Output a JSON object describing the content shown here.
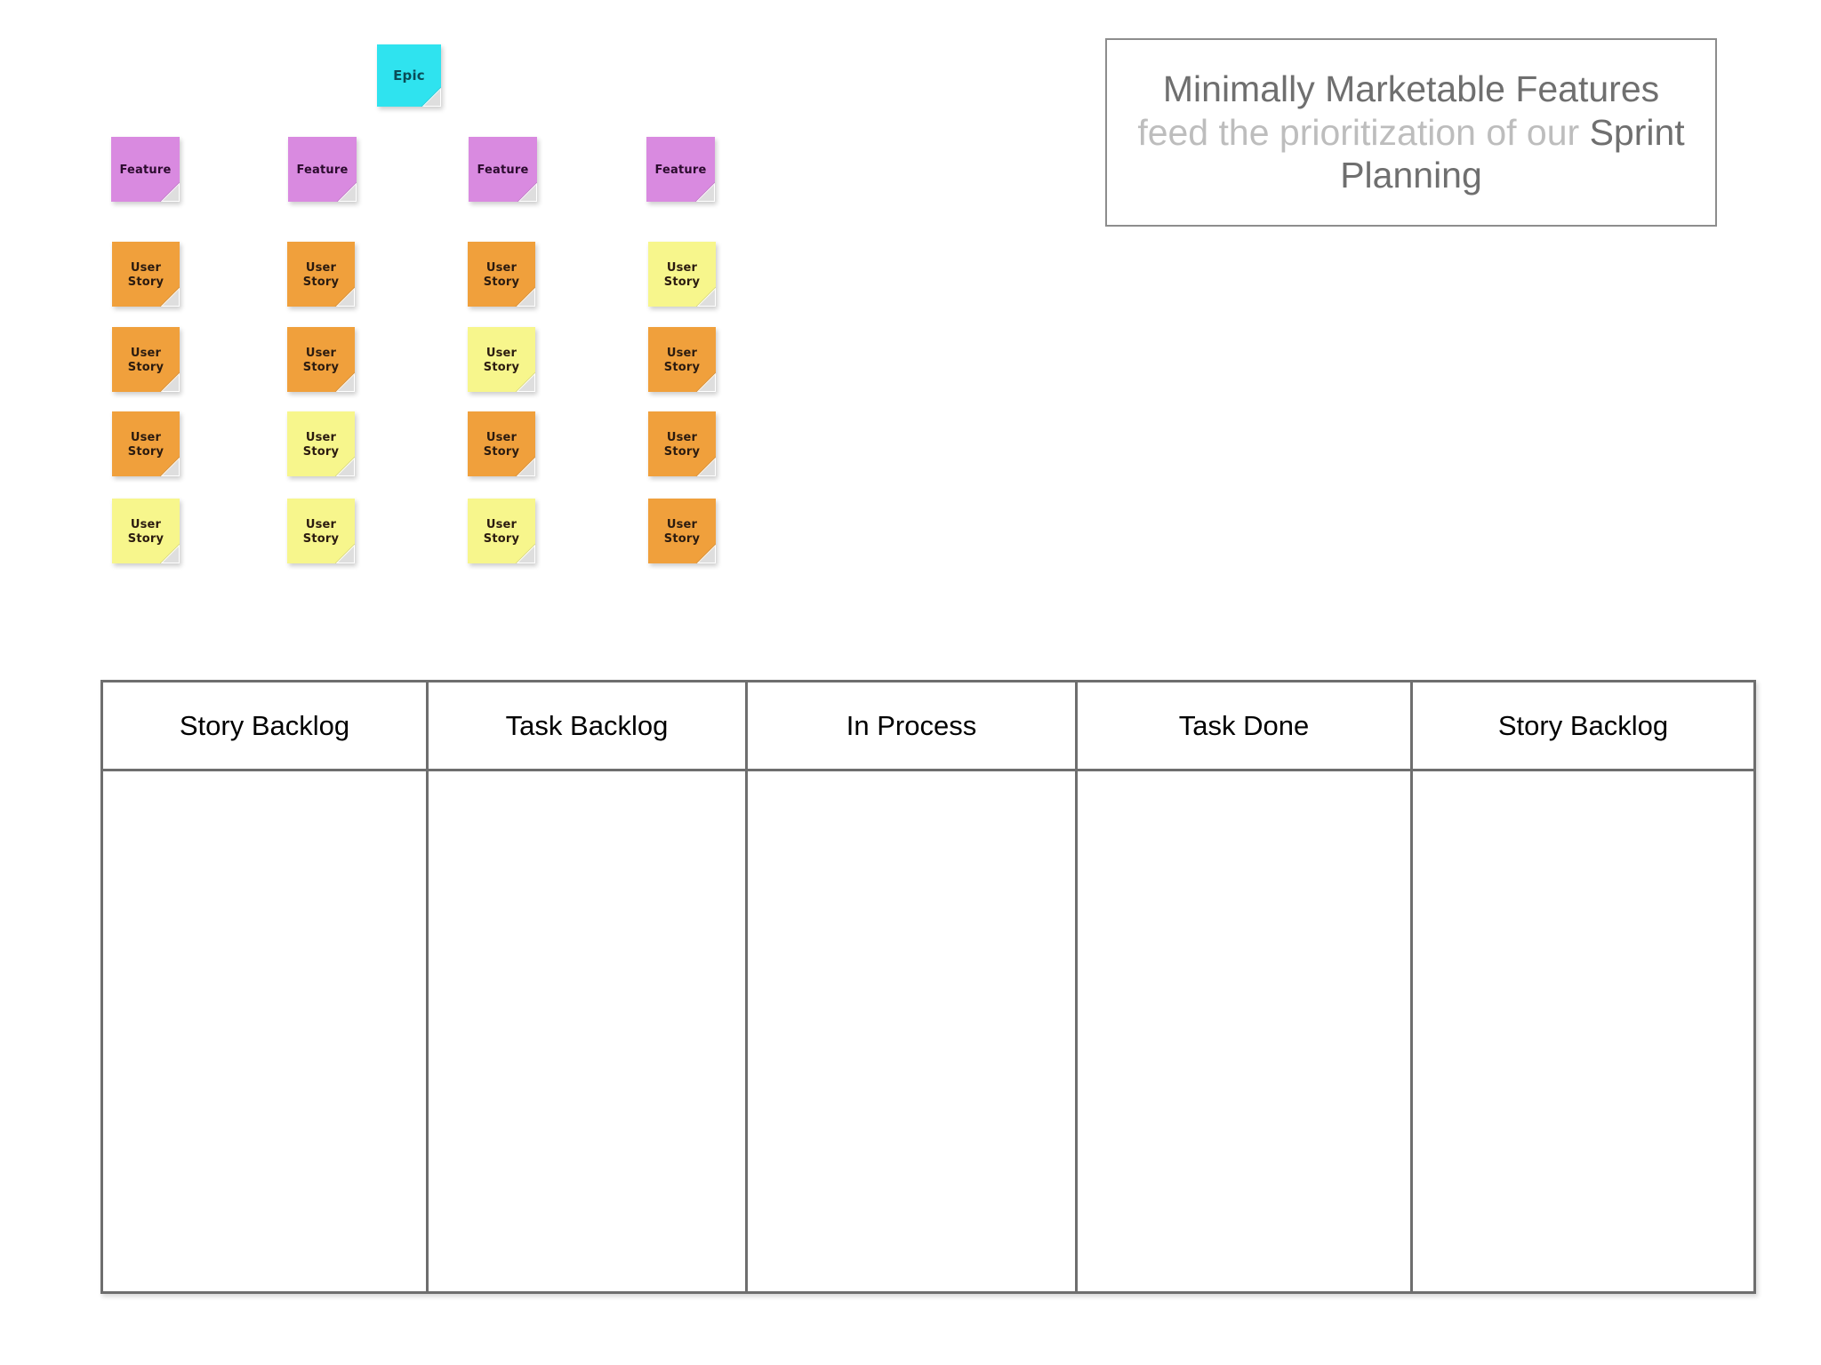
{
  "board": {
    "epic": {
      "label": "Epic",
      "color": "#2fe3ef"
    },
    "feature_label": "Feature",
    "story_label": "User Story",
    "colors": {
      "epic": "#2fe3ef",
      "feature": "#d98ae0",
      "story_orange": "#f0a03c",
      "story_yellow": "#f7f68c",
      "border_gray": "#6e6e6e",
      "text_dark": "#6f6f6f",
      "text_light": "#bdbdbd"
    },
    "features": [
      {
        "label": "Feature"
      },
      {
        "label": "Feature"
      },
      {
        "label": "Feature"
      },
      {
        "label": "Feature"
      }
    ],
    "story_columns": [
      {
        "stories": [
          {
            "label": "User Story",
            "color": "orange"
          },
          {
            "label": "User Story",
            "color": "orange"
          },
          {
            "label": "User Story",
            "color": "orange"
          },
          {
            "label": "User Story",
            "color": "yellow"
          }
        ]
      },
      {
        "stories": [
          {
            "label": "User Story",
            "color": "orange"
          },
          {
            "label": "User Story",
            "color": "orange"
          },
          {
            "label": "User Story",
            "color": "yellow"
          },
          {
            "label": "User Story",
            "color": "yellow"
          }
        ]
      },
      {
        "stories": [
          {
            "label": "User Story",
            "color": "orange"
          },
          {
            "label": "User Story",
            "color": "yellow"
          },
          {
            "label": "User Story",
            "color": "orange"
          },
          {
            "label": "User Story",
            "color": "yellow"
          }
        ]
      },
      {
        "stories": [
          {
            "label": "User Story",
            "color": "yellow"
          },
          {
            "label": "User Story",
            "color": "orange"
          },
          {
            "label": "User Story",
            "color": "orange"
          },
          {
            "label": "User Story",
            "color": "orange"
          }
        ]
      }
    ]
  },
  "callout": {
    "segments": [
      {
        "text": "Minimally Marketable Features ",
        "emphasis": "dark"
      },
      {
        "text": "feed the prioritization of our ",
        "emphasis": "light"
      },
      {
        "text": "Sprint Planning",
        "emphasis": "dark"
      }
    ],
    "full_text": "Minimally Marketable Features feed the prioritization of our Sprint Planning"
  },
  "kanban": {
    "columns": [
      {
        "header": "Story Backlog"
      },
      {
        "header": "Task Backlog"
      },
      {
        "header": "In Process"
      },
      {
        "header": "Task Done"
      },
      {
        "header": "Story Backlog"
      }
    ]
  }
}
